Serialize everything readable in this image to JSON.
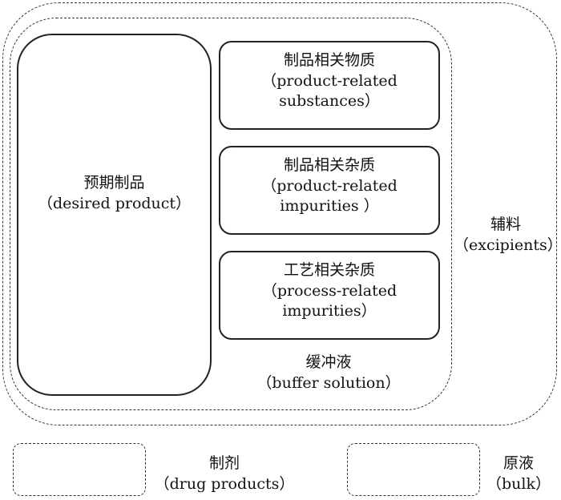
{
  "excipients": {
    "zh": "辅料",
    "en": "（excipients）"
  },
  "buffer": {
    "zh": "缓冲液",
    "en": "（buffer solution）"
  },
  "desired_product": {
    "zh": "预期制品",
    "en": "（desired product）"
  },
  "product_related_substances": {
    "zh": "制品相关物质",
    "en_line1": "（product-related",
    "en_line2": "substances）"
  },
  "product_related_impurities": {
    "zh": "制品相关杂质",
    "en_line1": "（product-related",
    "en_line2": "impurities ）"
  },
  "process_related_impurities": {
    "zh": "工艺相关杂质",
    "en_line1": "（process-related",
    "en_line2": "impurities）"
  },
  "legend": {
    "drug_products": {
      "zh": "制剂",
      "en": "（drug products）"
    },
    "bulk": {
      "zh": "原液",
      "en": "（bulk）"
    }
  }
}
